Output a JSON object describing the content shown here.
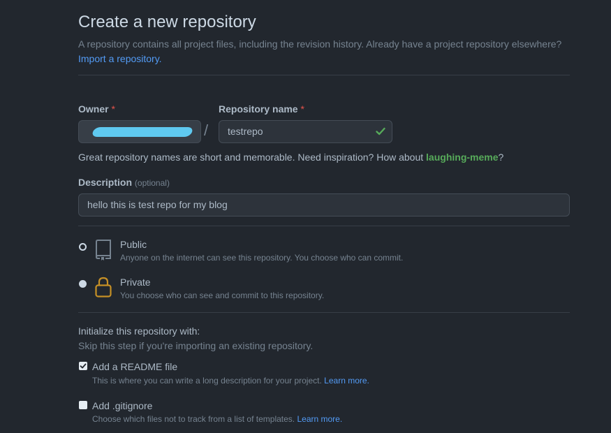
{
  "header": {
    "title": "Create a new repository",
    "subtitle": "A repository contains all project files, including the revision history. Already have a project repository elsewhere?",
    "import_link": "Import a repository."
  },
  "form": {
    "owner_label": "Owner",
    "repo_label": "Repository name",
    "required_mark": "*",
    "separator": "/",
    "repo_value": "testrepo",
    "hint_prefix": "Great repository names are short and memorable. Need inspiration? How about ",
    "hint_suggestion": "laughing-meme",
    "hint_suffix": "?",
    "description_label": "Description",
    "description_optional": "(optional)",
    "description_value": "hello this is test repo for my blog"
  },
  "visibility": {
    "public": {
      "title": "Public",
      "desc": "Anyone on the internet can see this repository. You choose who can commit.",
      "selected": false
    },
    "private": {
      "title": "Private",
      "desc": "You choose who can see and commit to this repository.",
      "selected": true
    }
  },
  "initialize": {
    "title": "Initialize this repository with:",
    "subtitle": "Skip this step if you're importing an existing repository.",
    "readme": {
      "label": "Add a README file",
      "desc": "This is where you can write a long description for your project.",
      "link": "Learn more.",
      "checked": true
    },
    "gitignore": {
      "label": "Add .gitignore",
      "desc": "Choose which files not to track from a list of templates.",
      "link": "Learn more.",
      "checked": false
    }
  },
  "colors": {
    "background": "#22272e",
    "link": "#539bf5",
    "success": "#57ab5a",
    "lock": "#c69026",
    "required": "#e5534b"
  },
  "icons": {
    "check": "check-icon",
    "repo": "repo-icon",
    "lock": "lock-icon",
    "checkbox": "checkbox-checked-icon"
  }
}
